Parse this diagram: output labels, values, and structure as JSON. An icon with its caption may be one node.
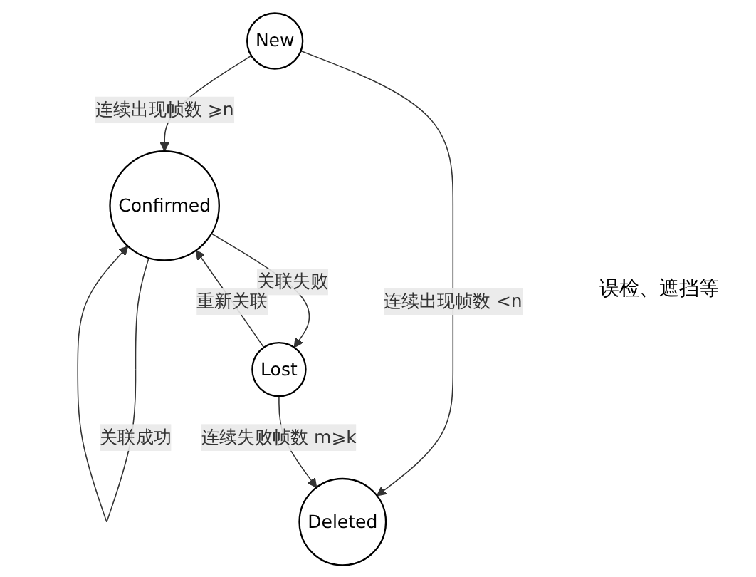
{
  "diagram": {
    "nodes": [
      {
        "text": [
          "New"
        ]
      },
      {
        "text": [
          "Confirmed"
        ]
      },
      {
        "text": [
          "Deleted"
        ]
      },
      {
        "text": [
          "Lost"
        ]
      }
    ],
    "edges": [
      {
        "from": 0,
        "to": 1,
        "arrow": "to",
        "label": "连续出现帧数 ⩾n"
      },
      {
        "from": 1,
        "to": 1,
        "arrow": "to",
        "label": "关联成功"
      },
      {
        "from": 0,
        "to": 2,
        "arrow": "to",
        "label": "连续出现帧数 <n"
      },
      {
        "from": 1,
        "to": 3,
        "arrow": "to",
        "label": "关联失败"
      },
      {
        "from": 3,
        "to": 1,
        "arrow": "to",
        "label": "重新关联"
      },
      {
        "from": 3,
        "to": 2,
        "arrow": "to",
        "label": "连续失败帧数 m⩾k"
      }
    ],
    "labels": [
      "误检、遮挡等"
    ]
  }
}
